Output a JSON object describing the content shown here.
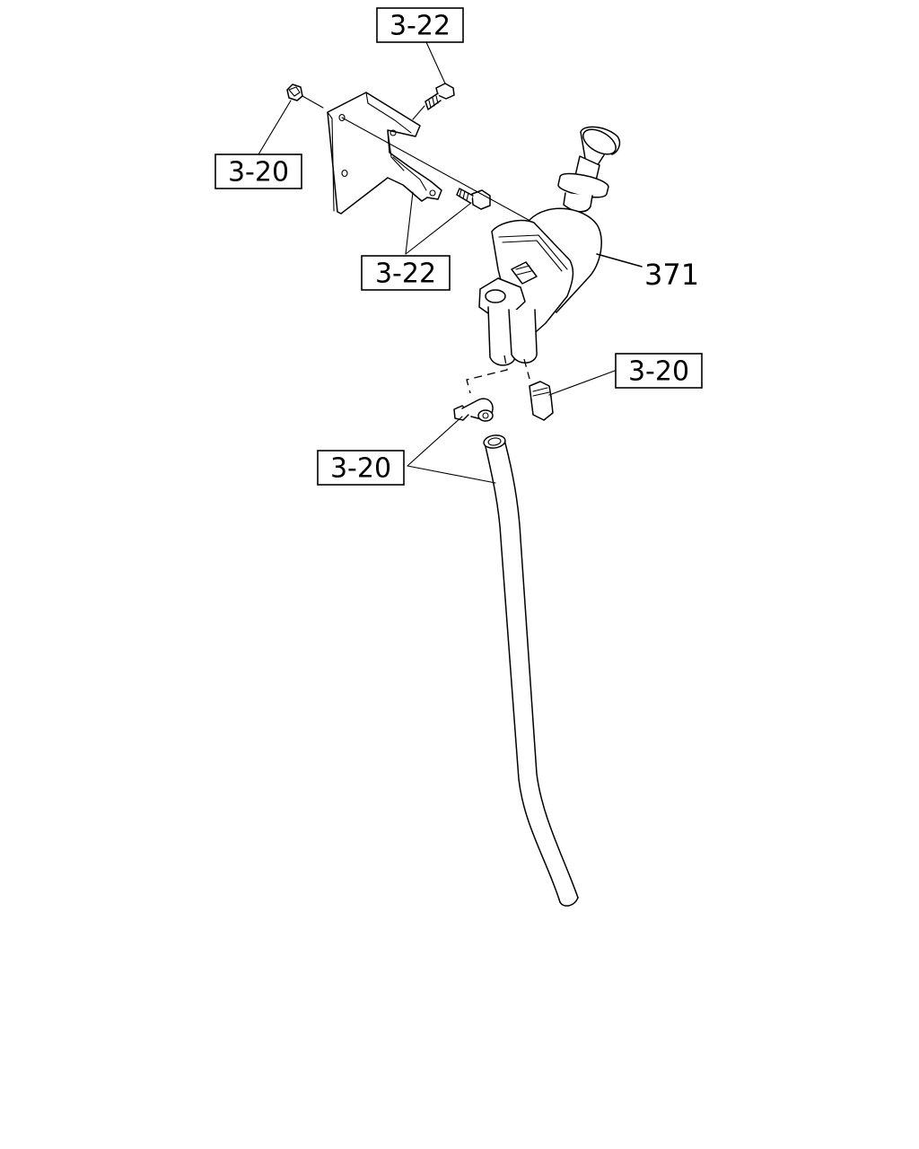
{
  "diagram": {
    "callouts": [
      {
        "id": "top-bolt",
        "text": "3-22"
      },
      {
        "id": "nut",
        "text": "3-20"
      },
      {
        "id": "bracket-bolts",
        "text": "3-22"
      },
      {
        "id": "valve",
        "text": "371"
      },
      {
        "id": "fitting",
        "text": "3-20"
      },
      {
        "id": "hose-clamp",
        "text": "3-20"
      }
    ]
  }
}
